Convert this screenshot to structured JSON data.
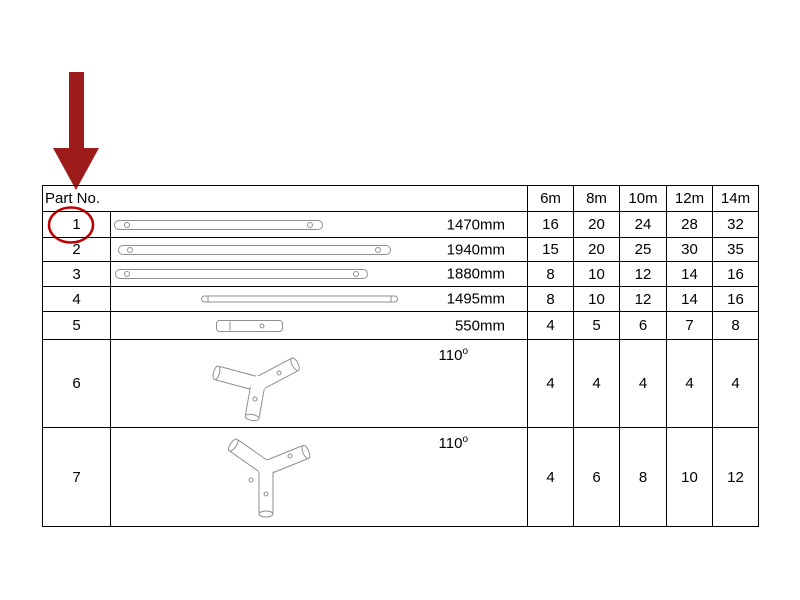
{
  "annotations": {
    "arrow_color": "#9e1b1b",
    "circle_color": "#c00000"
  },
  "table": {
    "part_no_label": "Part No.",
    "size_columns": [
      "6m",
      "8m",
      "10m",
      "12m",
      "14m"
    ],
    "rows": [
      {
        "part": "1",
        "icon": "pole-bar-with-end-holes",
        "dimension": "1470mm",
        "dimension_sup": "",
        "quantities": [
          "16",
          "20",
          "24",
          "28",
          "32"
        ]
      },
      {
        "part": "2",
        "icon": "pole-bar-with-end-holes",
        "dimension": "1940mm",
        "dimension_sup": "",
        "quantities": [
          "15",
          "20",
          "25",
          "30",
          "35"
        ]
      },
      {
        "part": "3",
        "icon": "pole-bar-with-end-holes",
        "dimension": "1880mm",
        "dimension_sup": "",
        "quantities": [
          "8",
          "10",
          "12",
          "14",
          "16"
        ]
      },
      {
        "part": "4",
        "icon": "thin-pole-bar",
        "dimension": "1495mm",
        "dimension_sup": "",
        "quantities": [
          "8",
          "10",
          "12",
          "14",
          "16"
        ]
      },
      {
        "part": "5",
        "icon": "connector-sleeve",
        "dimension": "550mm",
        "dimension_sup": "",
        "quantities": [
          "4",
          "5",
          "6",
          "7",
          "8"
        ]
      },
      {
        "part": "6",
        "icon": "three-way-corner-joint",
        "dimension": "110",
        "dimension_sup": "o",
        "quantities": [
          "4",
          "4",
          "4",
          "4",
          "4"
        ]
      },
      {
        "part": "7",
        "icon": "three-way-ridge-joint",
        "dimension": "110",
        "dimension_sup": "o",
        "quantities": [
          "4",
          "6",
          "8",
          "10",
          "12"
        ]
      }
    ]
  }
}
